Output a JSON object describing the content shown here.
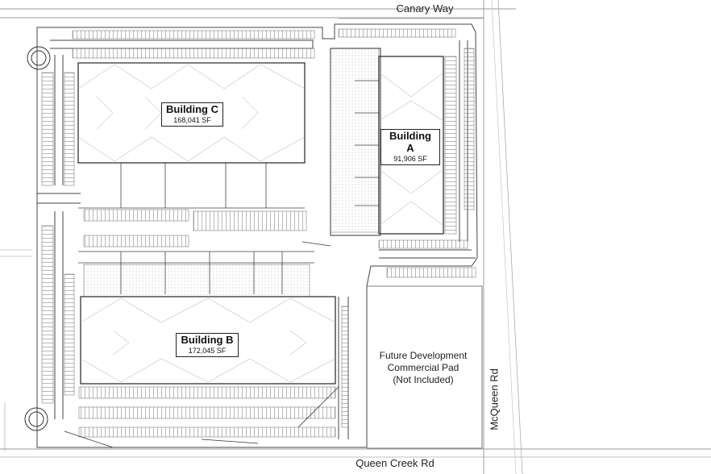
{
  "roads": {
    "north": "Canary Way",
    "south": "Queen Creek Rd",
    "east": "McQueen Rd"
  },
  "buildings": [
    {
      "id": "A",
      "name": "Building A",
      "area": "91,906 SF"
    },
    {
      "id": "B",
      "name": "Building B",
      "area": "172,045 SF"
    },
    {
      "id": "C",
      "name": "Building C",
      "area": "168,041 SF"
    }
  ],
  "future_pad": {
    "line1": "Future Development",
    "line2": "Commercial Pad",
    "line3": "(Not Included)"
  },
  "colors": {
    "line": "#3a3a3a",
    "light_line": "#9a9a9a",
    "hatch": "#b8b8b8"
  }
}
